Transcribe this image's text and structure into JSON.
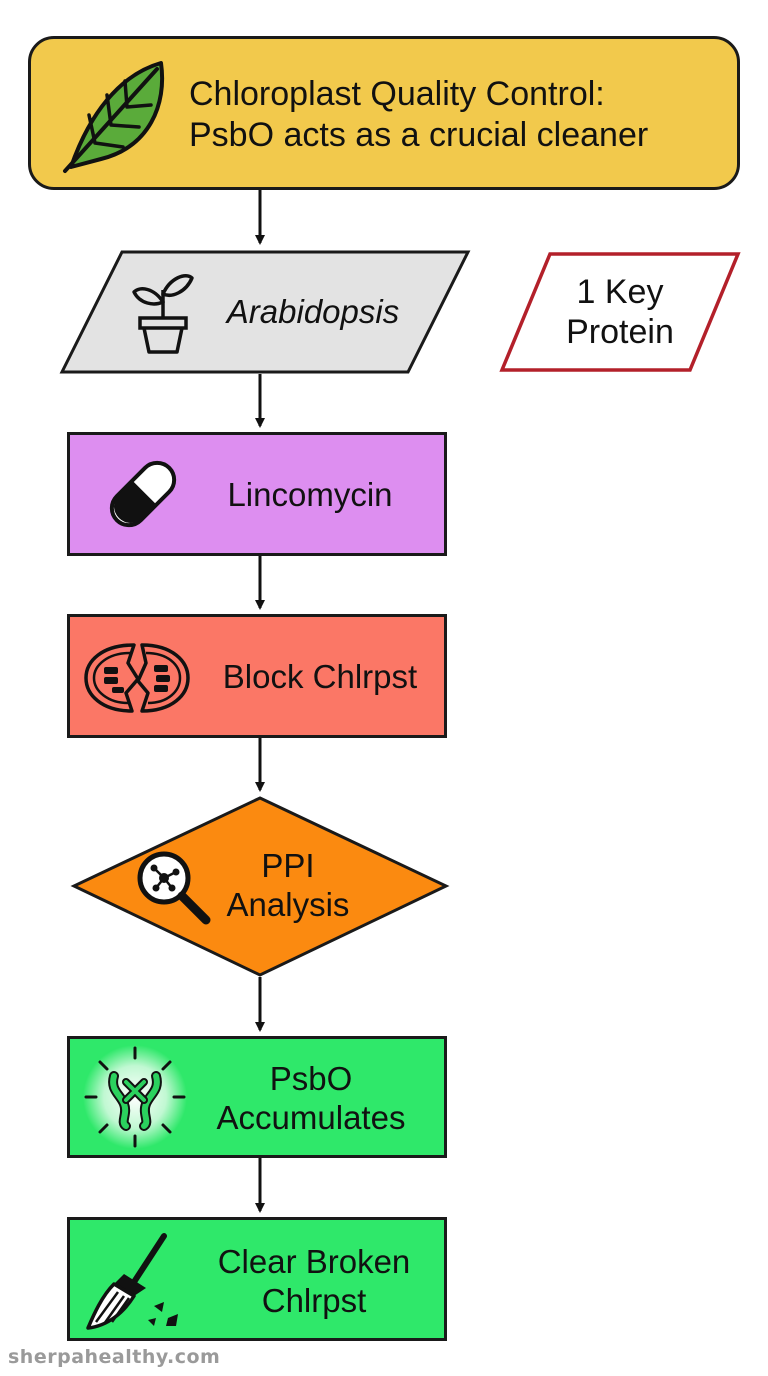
{
  "title": {
    "line1": "Chloroplast Quality Control:",
    "line2": "PsbO acts as a crucial cleaner"
  },
  "nodes": {
    "arabidopsis": "Arabidopsis",
    "key_protein": {
      "line1": "1 Key",
      "line2": "Protein"
    },
    "lincomycin": "Lincomycin",
    "block": "Block Chlrpst",
    "ppi": {
      "line1": "PPI",
      "line2": "Analysis"
    },
    "psbo": {
      "line1": "PsbO",
      "line2": "Accumulates"
    },
    "clear": {
      "line1": "Clear Broken",
      "line2": "Chlrpst"
    }
  },
  "icons": {
    "title": "leaf-icon",
    "arabidopsis": "potted-plant-icon",
    "lincomycin": "pill-capsule-icon",
    "block": "broken-chloroplast-icon",
    "ppi": "network-magnifier-icon",
    "psbo": "glowing-protein-icon",
    "clear": "broom-icon"
  },
  "colors": {
    "title_fill": "#f2c94c",
    "arabidopsis_fill": "#e3e3e3",
    "key_protein_border": "#b3202a",
    "lincomycin_fill": "#dd8ef0",
    "block_fill": "#fb7766",
    "ppi_fill": "#fb8a10",
    "psbo_fill": "#2fe86a",
    "clear_fill": "#2fe86a",
    "stroke": "#1a1a1a"
  },
  "watermark": "sherpahealthy.com"
}
